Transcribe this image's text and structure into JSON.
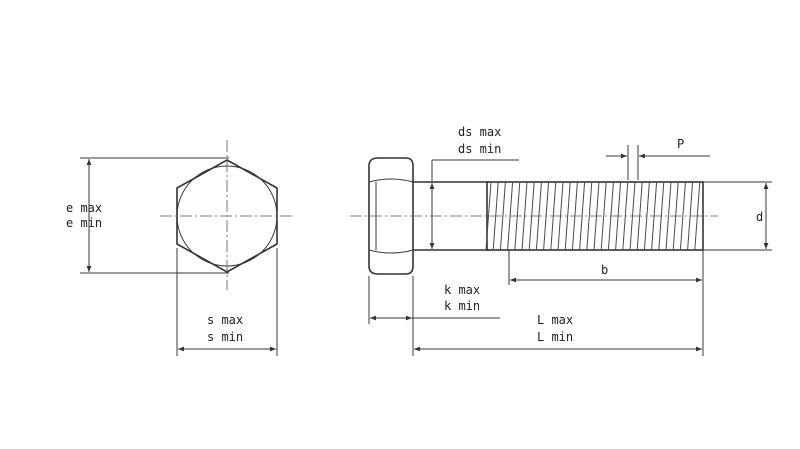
{
  "head_view": {
    "e_label_max": "e max",
    "e_label_min": "e min",
    "s_label_max": "s max",
    "s_label_min": "s min"
  },
  "side_view": {
    "ds_label_max": "ds max",
    "ds_label_min": "ds min",
    "p_label": "P",
    "d_label": "d",
    "b_label": "b",
    "k_label_max": "k max",
    "k_label_min": "k min",
    "L_label_max": "L max",
    "L_label_min": "L min"
  }
}
